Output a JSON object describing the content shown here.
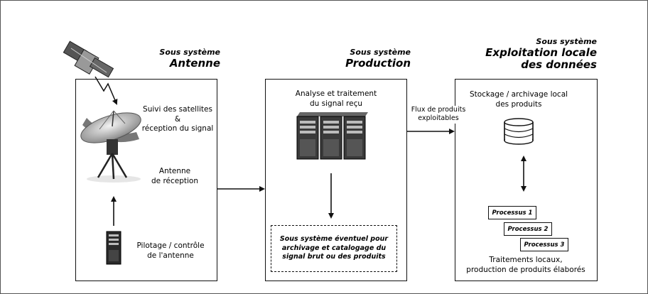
{
  "antenna_subsystem": {
    "label_small": "Sous système",
    "label_big": "Antenne",
    "tracking_text": "Suivi des satellites\n&\nréception du signal",
    "antenna_text": "Antenne\nde réception",
    "control_text": "Pilotage / contrôle\nde l'antenne",
    "icons": [
      "satellite-icon",
      "dish-antenna-icon",
      "server-tower-icon"
    ]
  },
  "production_subsystem": {
    "label_small": "Sous système",
    "label_big": "Production",
    "analysis_text": "Analyse et traitement\ndu signal reçu",
    "archive_text": "Sous système éventuel pour\narchivage et catalogage du\nsignal brut ou des produits",
    "icons": [
      "server-rack-icon"
    ]
  },
  "flux": {
    "text": "Flux de produits\nexploitables"
  },
  "exploitation_subsystem": {
    "label_small": "Sous système",
    "label_big": "Exploitation locale\ndes données",
    "storage_text": "Stockage / archivage local\ndes produits",
    "processes": [
      "Processus 1",
      "Processus 2",
      "Processus 3"
    ],
    "treatment_text": "Traitements locaux,\nproduction de produits élaborés",
    "icons": [
      "database-icon"
    ]
  },
  "colors": {
    "stroke": "#111111",
    "frame": "#555555",
    "server": "#2a2a2a"
  }
}
